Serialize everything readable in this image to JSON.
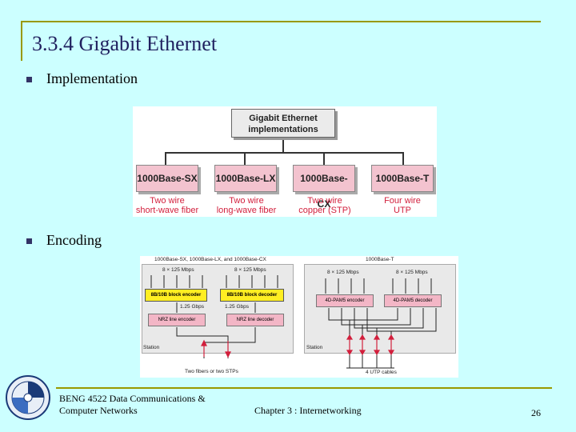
{
  "slide": {
    "title": "3.3.4 Gigabit Ethernet",
    "bullets": [
      "Implementation",
      "Encoding"
    ]
  },
  "implementation_diagram": {
    "root": [
      "Gigabit Ethernet",
      "implementations"
    ],
    "standards": [
      {
        "name": "1000Base-SX",
        "desc": [
          "Two wire",
          "short-wave fiber"
        ]
      },
      {
        "name": "1000Base-LX",
        "desc": [
          "Two wire",
          "long-wave fiber"
        ]
      },
      {
        "name": "1000Base-CX",
        "desc": [
          "Two wire",
          "copper (STP)"
        ]
      },
      {
        "name": "1000Base-T",
        "desc": [
          "Four wire",
          "UTP"
        ]
      }
    ]
  },
  "encoding_diagram": {
    "left_title": "1000Base-SX, 1000Base-LX, and 1000Base-CX",
    "right_title": "1000Base-T",
    "rate_8x125": "8 × 125 Mbps",
    "gbps": "1.25 Gbps",
    "enc_8b10b": "8B/10B block encoder",
    "dec_8b10b": "8B/10B block decoder",
    "nrz_enc": "NRZ line encoder",
    "nrz_dec": "NRZ line decoder",
    "pam_enc": "4D-PAM5 encoder",
    "pam_dec": "4D-PAM5 decoder",
    "station": "Station",
    "left_caption": "Two fibers or two STPs",
    "right_caption": "4 UTP cables"
  },
  "footer": {
    "course": [
      "BENG 4522 Data Communications &",
      "Computer Networks"
    ],
    "chapter": "Chapter 3 : Internetworking",
    "page": "26"
  }
}
